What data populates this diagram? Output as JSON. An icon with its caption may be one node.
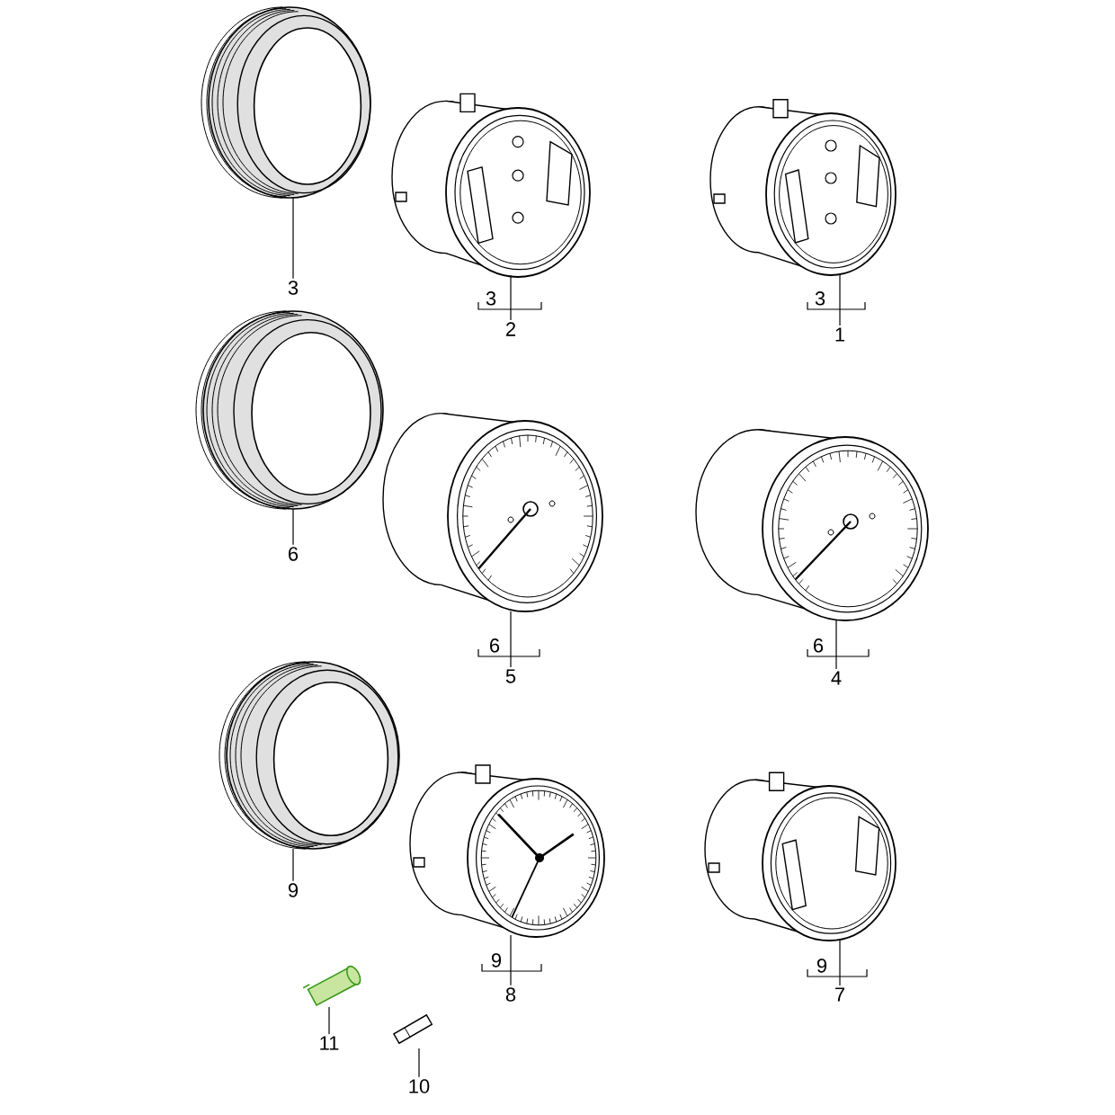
{
  "diagram": {
    "nodes": [
      {
        "text": [],
        "shape": "picture"
      },
      {
        "text": [
          "3"
        ]
      },
      {
        "text": [],
        "shape": "picture"
      },
      {
        "text": [
          "2"
        ]
      },
      {
        "text": [],
        "shape": "picture"
      },
      {
        "text": [
          "1"
        ]
      },
      {
        "text": [],
        "shape": "picture"
      },
      {
        "text": [
          "6"
        ]
      },
      {
        "text": [],
        "shape": "picture"
      },
      {
        "text": [
          "5"
        ]
      },
      {
        "text": [],
        "shape": "picture"
      },
      {
        "text": [
          "4"
        ]
      },
      {
        "text": [],
        "shape": "picture"
      },
      {
        "text": [
          "9"
        ]
      },
      {
        "text": [],
        "shape": "picture"
      },
      {
        "text": [
          "8"
        ]
      },
      {
        "text": [],
        "shape": "picture"
      },
      {
        "text": [
          "7"
        ]
      },
      {
        "text": [],
        "shape": "picture"
      },
      {
        "text": [
          "11"
        ]
      },
      {
        "text": [],
        "shape": "picture"
      },
      {
        "text": [
          "10"
        ]
      }
    ],
    "edges": [
      {
        "from": 1,
        "to": 0,
        "arrow": "none"
      },
      {
        "from": 3,
        "to": 2,
        "arrow": "none"
      },
      {
        "from": 5,
        "to": 4,
        "arrow": "none"
      },
      {
        "from": 7,
        "to": 6,
        "arrow": "none"
      },
      {
        "from": 9,
        "to": 8,
        "arrow": "none"
      },
      {
        "from": 11,
        "to": 10,
        "arrow": "none"
      },
      {
        "from": 13,
        "to": 12,
        "arrow": "none"
      },
      {
        "from": 15,
        "to": 14,
        "arrow": "none"
      },
      {
        "from": 17,
        "to": 16,
        "arrow": "none"
      },
      {
        "from": 19,
        "to": 18,
        "arrow": "none"
      },
      {
        "from": 21,
        "to": 20,
        "arrow": "none"
      }
    ],
    "labels": [
      "3",
      "3",
      "6",
      "6",
      "9",
      "9"
    ]
  }
}
